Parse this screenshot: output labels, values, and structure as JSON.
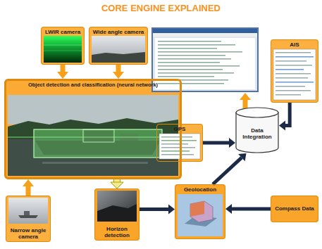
{
  "diagram": {
    "title": "CORE ENGINE EXPLAINED",
    "nodes": [
      {
        "text": [
          "LWIR camera"
        ]
      },
      {
        "text": [
          "Wide angle camera"
        ]
      },
      {
        "text": [
          "Object detection and classification (neural network)"
        ]
      },
      {
        "text": [
          "Narrow angle camera"
        ]
      },
      {
        "text": [
          "Horizon detection"
        ]
      },
      {
        "text": [
          "Geolocation"
        ]
      },
      {
        "text": [
          "GPS"
        ]
      },
      {
        "text": [
          "AIS"
        ]
      },
      {
        "text": [
          "Data Integration"
        ]
      },
      {
        "text": [
          "Compass Data"
        ]
      }
    ],
    "edges": [
      {
        "from": 0,
        "to": 2,
        "arrow": "to"
      },
      {
        "from": 1,
        "to": 2,
        "arrow": "to"
      },
      {
        "from": 3,
        "to": 2,
        "arrow": "to"
      },
      {
        "from": 2,
        "to": 4,
        "arrow": "to"
      },
      {
        "from": 4,
        "to": 5,
        "arrow": "to"
      },
      {
        "from": 9,
        "to": 5,
        "arrow": "to"
      },
      {
        "from": 5,
        "to": 8,
        "arrow": "to"
      },
      {
        "from": 6,
        "to": 8,
        "arrow": "to"
      },
      {
        "from": 7,
        "to": 8,
        "arrow": "to"
      }
    ]
  }
}
